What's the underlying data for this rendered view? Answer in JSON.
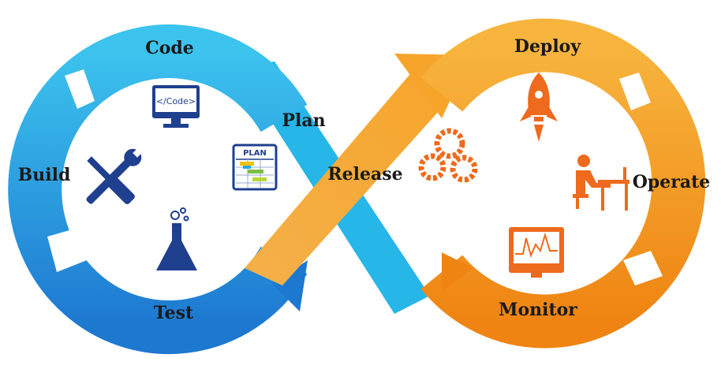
{
  "stages": {
    "code": "Code",
    "plan": "Plan",
    "build": "Build",
    "test": "Test",
    "release": "Release",
    "deploy": "Deploy",
    "operate": "Operate",
    "monitor": "Monitor"
  },
  "icons": {
    "code_screen_text": "</Code>",
    "plan_board_text": "PLAN",
    "code": "code-monitor-icon",
    "plan": "plan-gantt-icon",
    "build": "wrench-screwdriver-icon",
    "test": "flask-icon",
    "release": "gears-icon",
    "deploy": "rocket-icon",
    "operate": "person-at-desk-icon",
    "monitor": "monitor-chart-icon"
  },
  "colors": {
    "left_loop_light": "#3cc3ee",
    "left_loop_dark": "#1d78d0",
    "right_loop_light": "#f7b53e",
    "right_loop_dark": "#ef8412",
    "icon_blue": "#1f3f8f",
    "icon_orange": "#ee6a1c"
  }
}
